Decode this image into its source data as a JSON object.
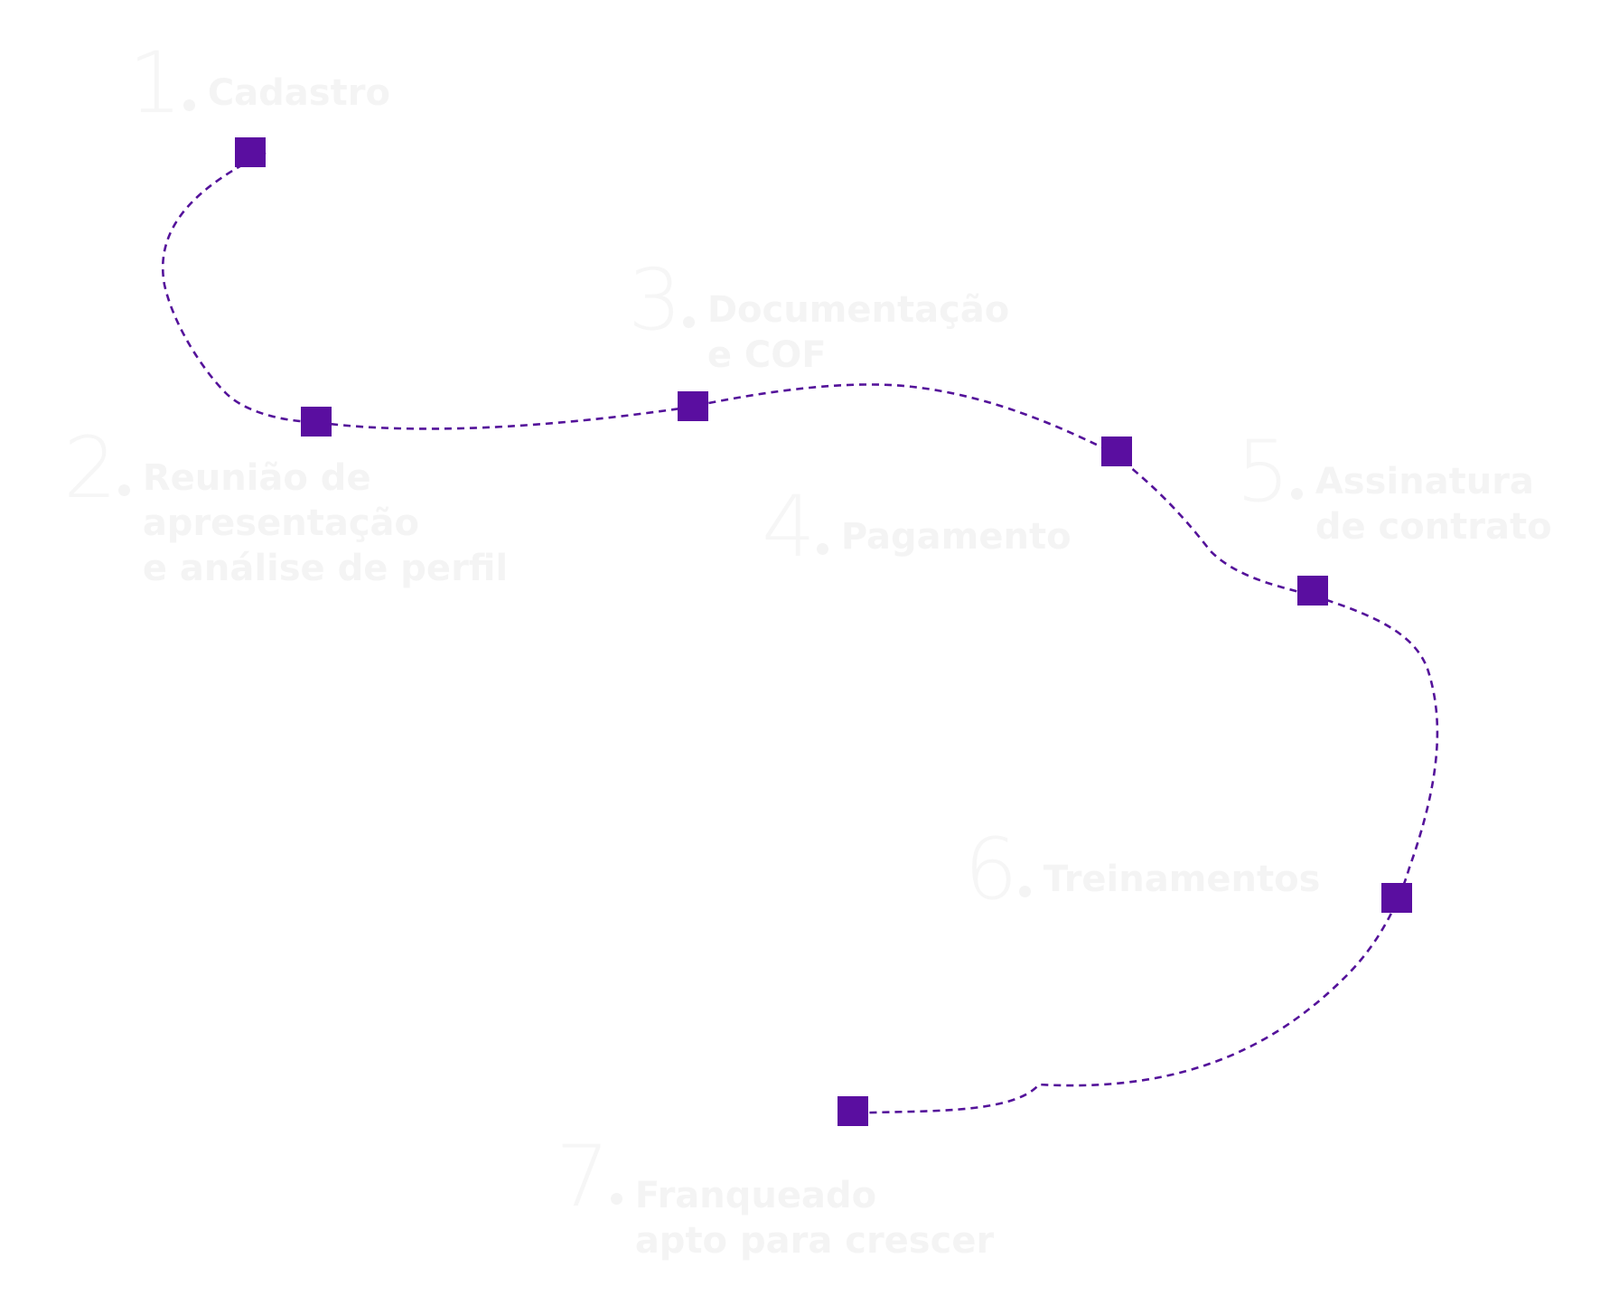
{
  "steps": [
    {
      "number": "1",
      "lines": [
        "Cadastro"
      ]
    },
    {
      "number": "2",
      "lines": [
        "Reunião de",
        "apresentação",
        "e análise de perfil"
      ]
    },
    {
      "number": "3",
      "lines": [
        "Documentação",
        "e COF"
      ]
    },
    {
      "number": "4",
      "lines": [
        "Pagamento"
      ]
    },
    {
      "number": "5",
      "lines": [
        "Assinatura",
        "de contrato"
      ]
    },
    {
      "number": "6",
      "lines": [
        "Treinamentos"
      ]
    },
    {
      "number": "7",
      "lines": [
        "Franqueado",
        "apto para crescer"
      ]
    }
  ],
  "colors": {
    "path": "#54129a",
    "marker": "#5a0ea0",
    "text": "#f4f4f4",
    "background": "#ffffff"
  }
}
